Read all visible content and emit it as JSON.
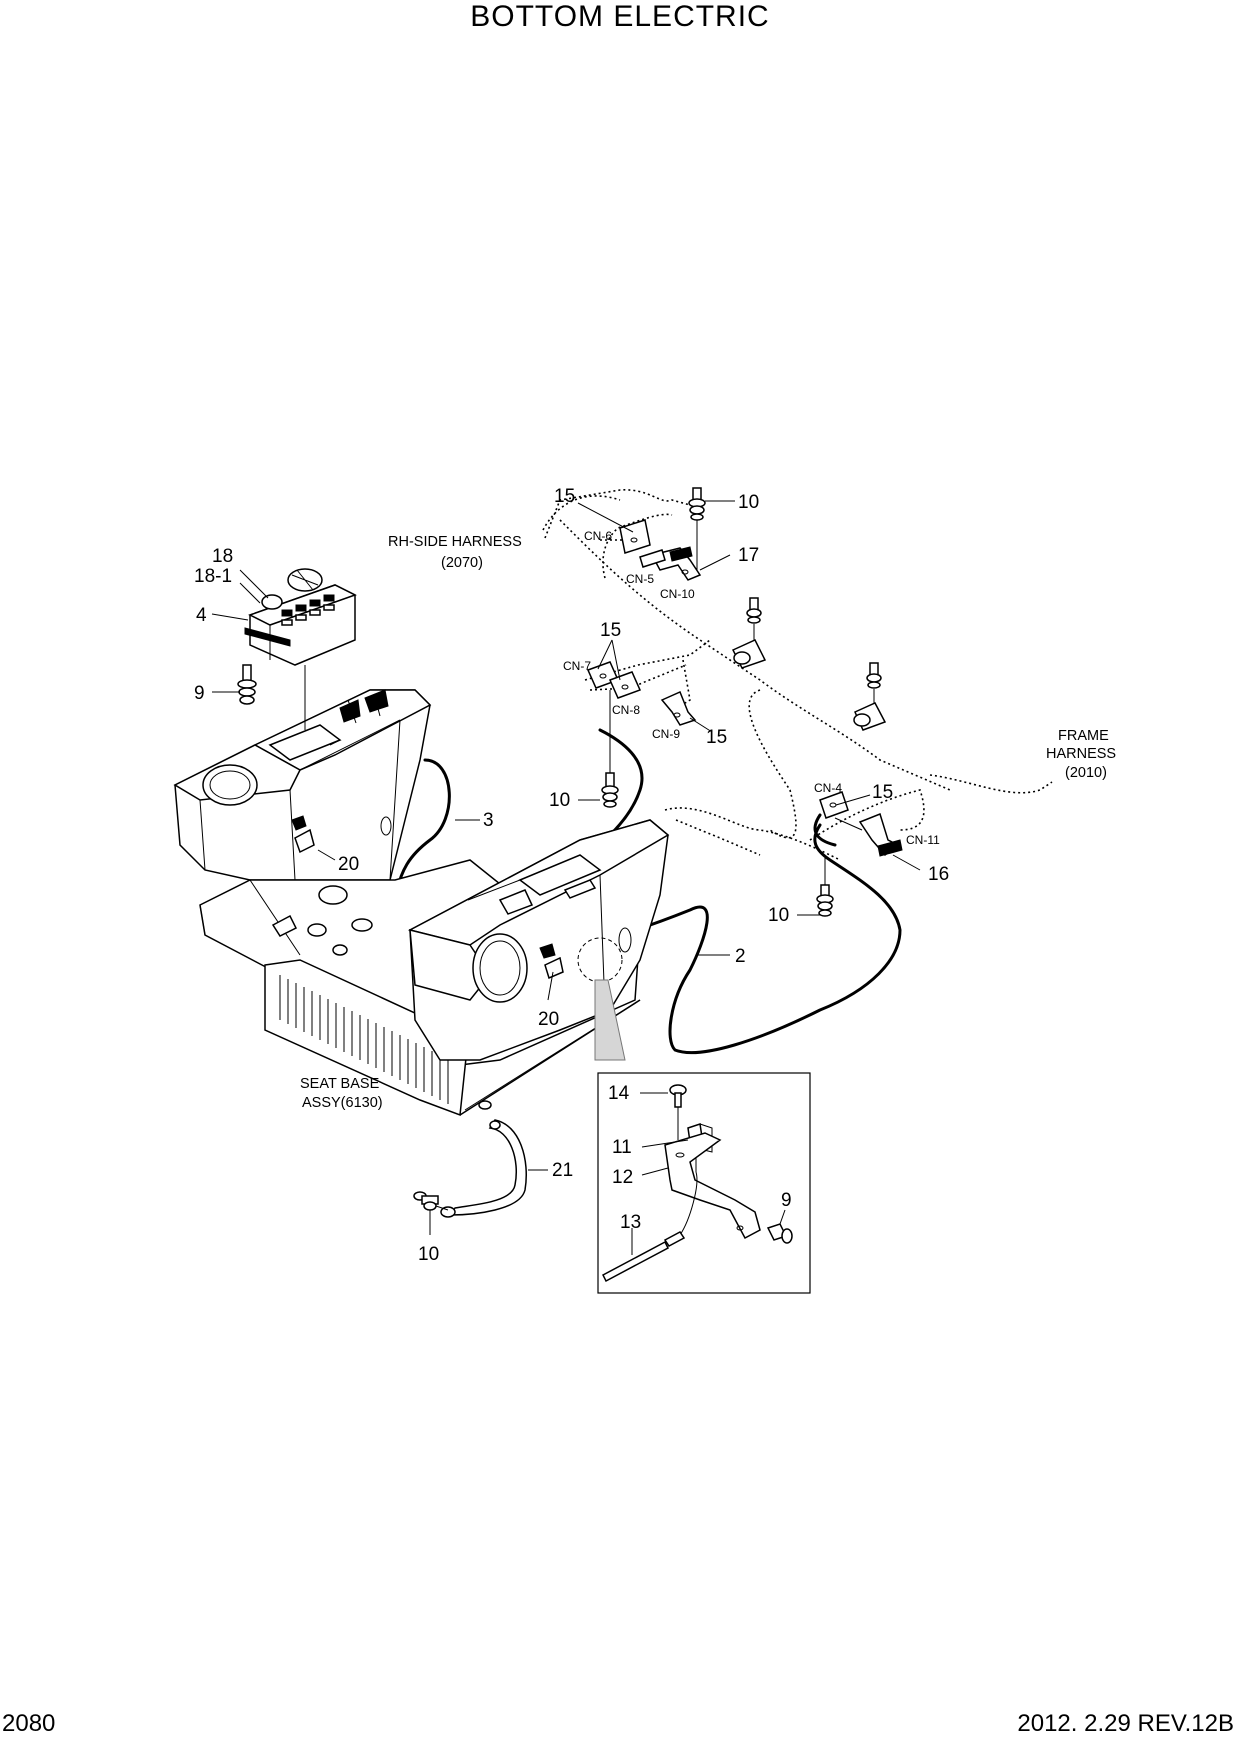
{
  "title": "BOTTOM ELECTRIC",
  "footer": {
    "page_number": "2080",
    "revision": "2012. 2.29  REV.12B"
  },
  "notes": {
    "rh_side_harness_line1": "RH-SIDE HARNESS",
    "rh_side_harness_line2": "(2070)",
    "frame_harness_line1": "FRAME",
    "frame_harness_line2": "HARNESS",
    "frame_harness_line3": "(2010)",
    "seat_base_line1": "SEAT BASE",
    "seat_base_line2": "ASSY(6130)"
  },
  "callouts": {
    "c15_top": "15",
    "c10_top": "10",
    "c17": "17",
    "c18": "18",
    "c18_1": "18-1",
    "c4": "4",
    "c9_left": "9",
    "c15_mid": "15",
    "c15_cn9": "15",
    "c10_mid": "10",
    "c3": "3",
    "c20_left": "20",
    "c15_right": "15",
    "c16": "16",
    "c10_right": "10",
    "c2": "2",
    "c20_mid": "20",
    "c21": "21",
    "c10_bottom": "10",
    "c14": "14",
    "c11": "11",
    "c12": "12",
    "c13": "13",
    "c9_inset": "9"
  },
  "connectors": {
    "cn6": "CN-6",
    "cn5": "CN-5",
    "cn10": "CN-10",
    "cn7": "CN-7",
    "cn8": "CN-8",
    "cn9": "CN-9",
    "cn4": "CN-4",
    "cn11": "CN-11"
  }
}
